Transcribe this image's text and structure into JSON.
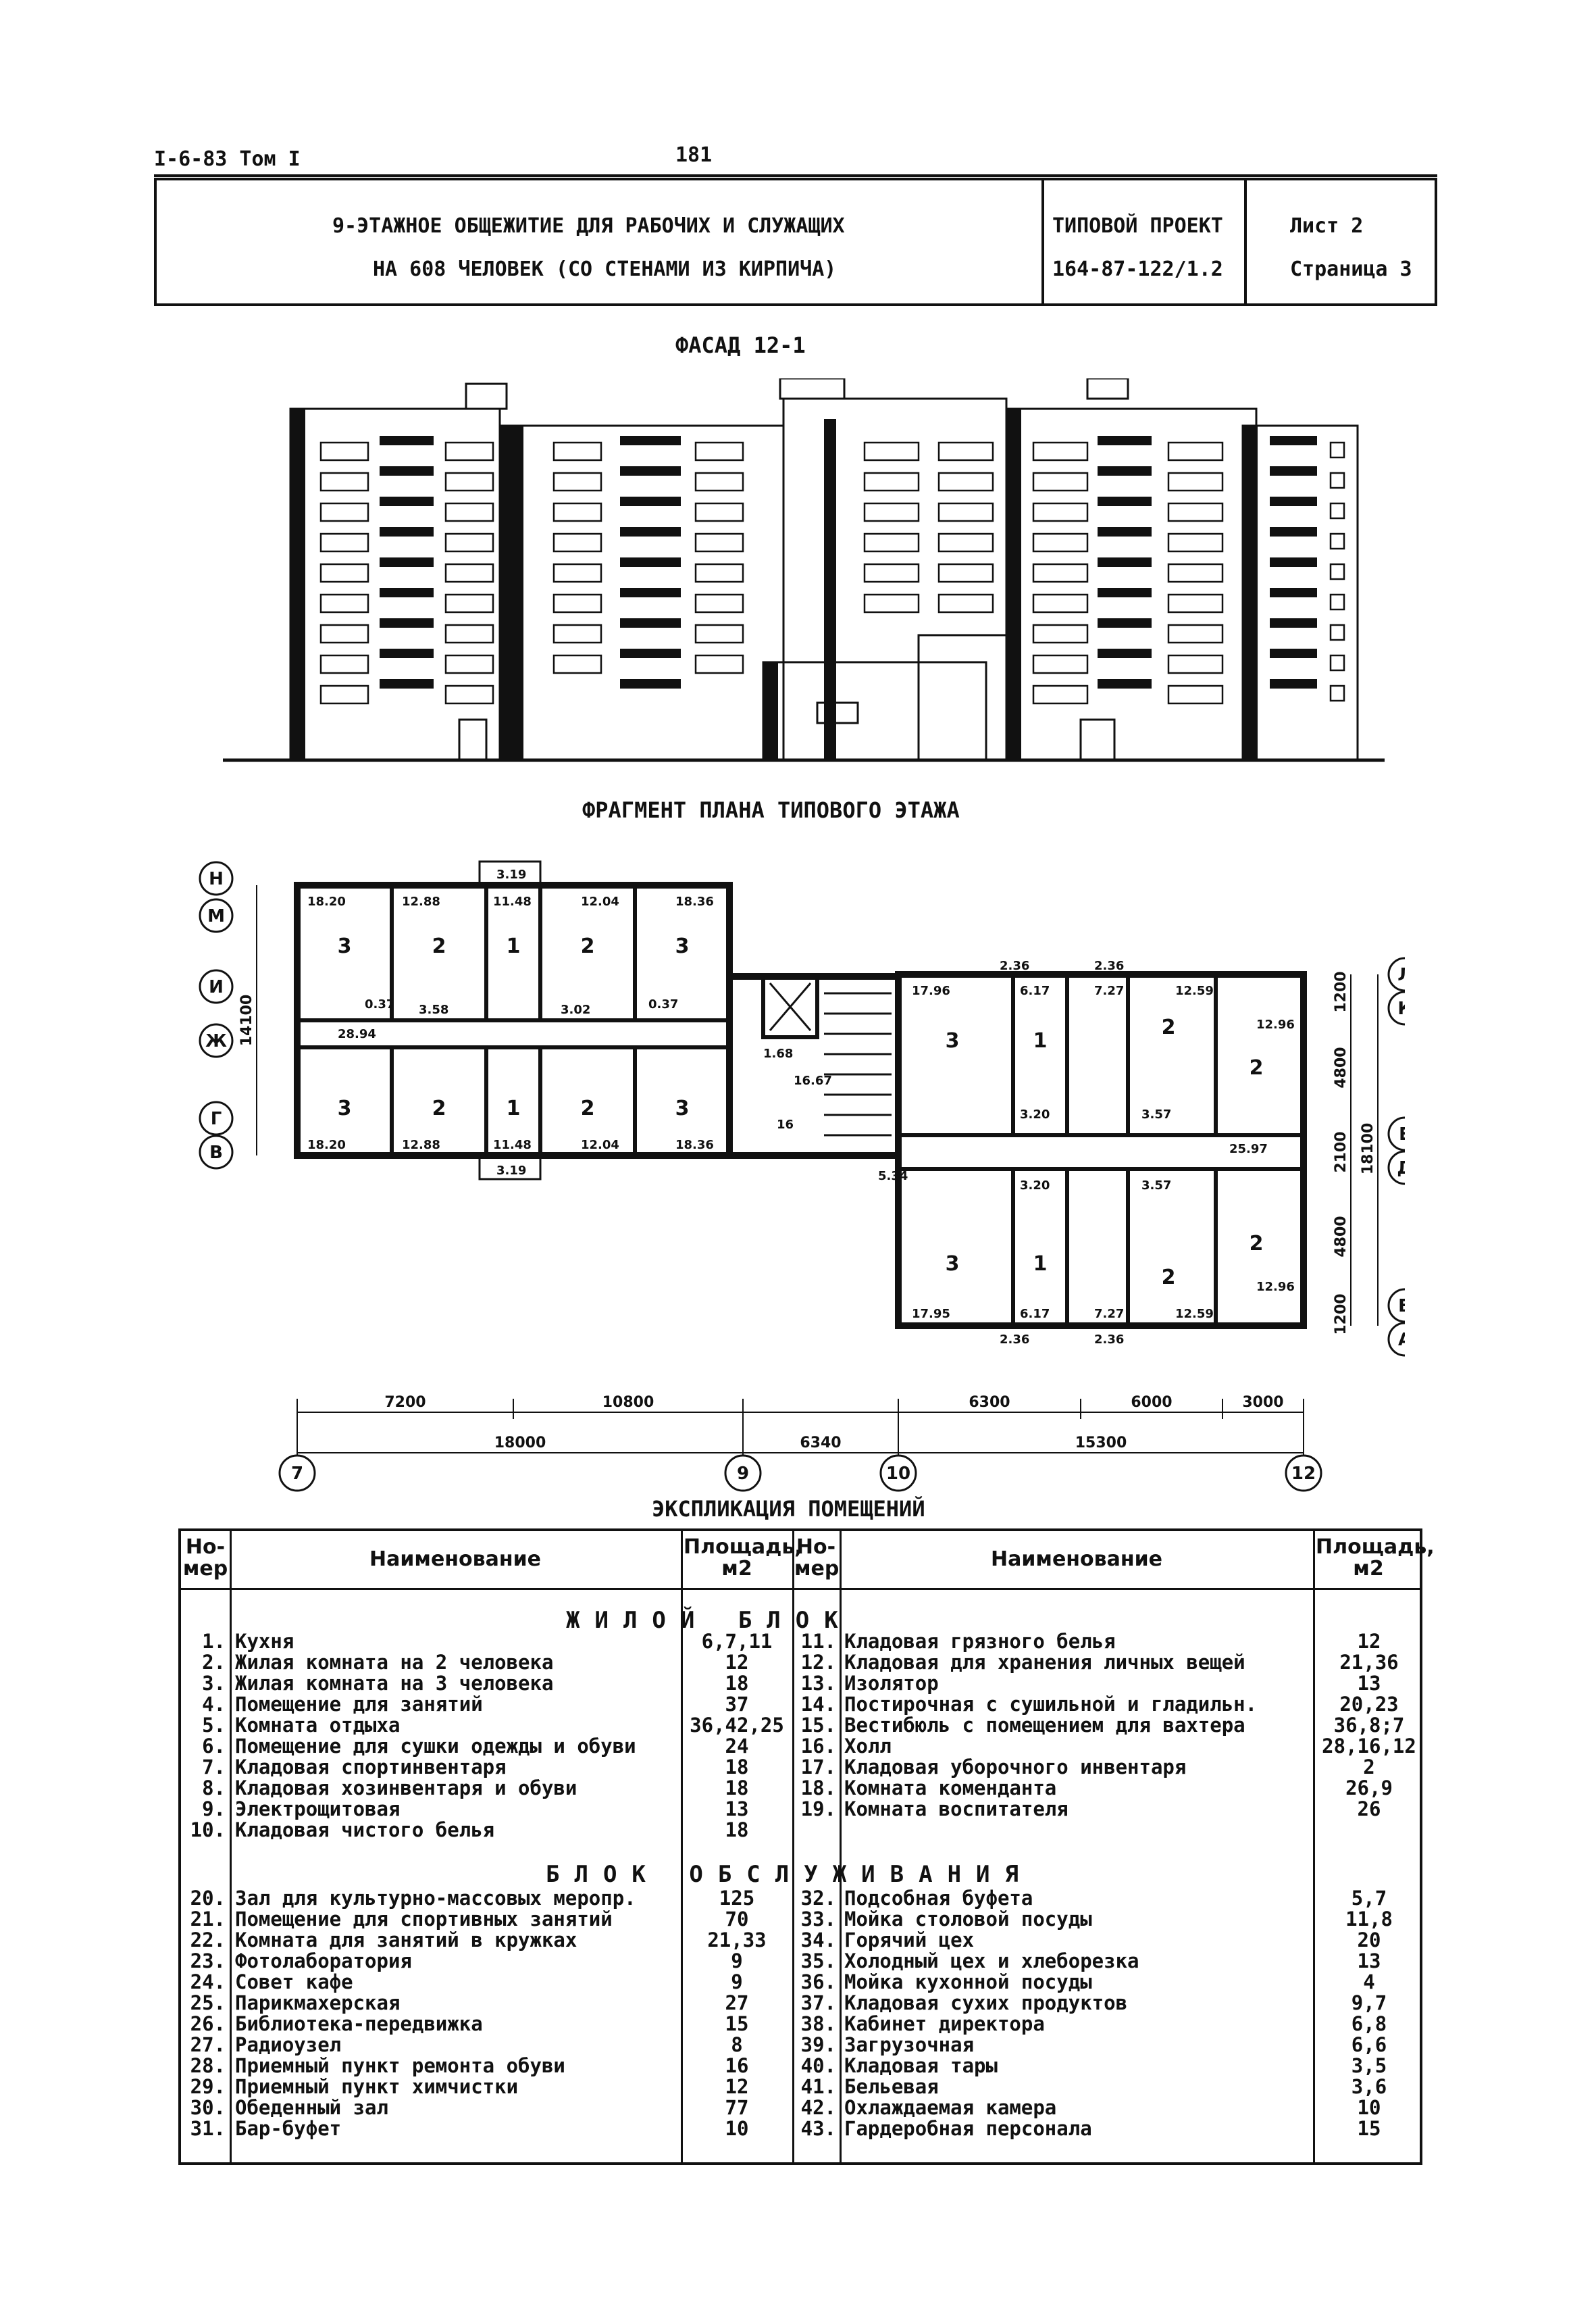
{
  "header": {
    "left_ref": "I-6-83 Том I",
    "page_number": "181"
  },
  "title_block": {
    "title_line1": "9-ЭТАЖНОЕ ОБЩЕЖИТИЕ ДЛЯ РАБОЧИХ И СЛУЖАЩИХ",
    "title_line2": "НА 608 ЧЕЛОВЕК (СО СТЕНАМИ ИЗ КИРПИЧА)",
    "project_label": "ТИПОВОЙ ПРОЕКТ",
    "project_code": "164-87-122/1.2",
    "sheet": "Лист 2",
    "page": "Страница 3"
  },
  "facade": {
    "caption": "ФАСАД 12-1"
  },
  "plan": {
    "caption": "ФРАГМЕНТ ПЛАНА ТИПОВОГО ЭТАЖА",
    "axes_left": [
      "Н",
      "М",
      "И",
      "Ж",
      "Г",
      "В"
    ],
    "axes_right": [
      "Л",
      "К",
      "Е",
      "Д",
      "Б",
      "А"
    ],
    "axes_bottom": [
      "7",
      "9",
      "10",
      "12"
    ],
    "dims_bottom_top": [
      "7200",
      "10800",
      "6300",
      "6000",
      "3000"
    ],
    "dims_bottom_main": [
      "18000",
      "6340",
      "15300"
    ],
    "dim_left": "14100",
    "dims_right": [
      "1200",
      "4800",
      "2100",
      "4800",
      "1200"
    ],
    "dim_right_total": "18100",
    "room_numbers_big": [
      "3",
      "2",
      "1",
      "2",
      "3",
      "3",
      "2",
      "1",
      "2",
      "3",
      "3",
      "1",
      "2",
      "2",
      "3",
      "1",
      "2",
      "2"
    ],
    "areas_top": [
      "18.20",
      "12.88",
      "11.48",
      "12.04",
      "18.36",
      "3.19"
    ],
    "areas_mid": [
      "28.94",
      "3.58",
      "3.02",
      "1.68",
      "16.67",
      "16",
      "5.34",
      "0.37",
      "0.37"
    ],
    "areas_bottom": [
      "18.20",
      "12.88",
      "11.48",
      "12.04",
      "18.36",
      "3.19"
    ],
    "areas_right": [
      "2.36",
      "2.36",
      "17.96",
      "6.17",
      "7.27",
      "12.59",
      "12.96",
      "3.20",
      "3.57",
      "25.97",
      "17.95",
      "6.17",
      "7.27",
      "12.59",
      "12.96",
      "3.20",
      "3.57",
      "2.36",
      "2.36"
    ]
  },
  "explication": {
    "caption": "ЭКСПЛИКАЦИЯ ПОМЕЩЕНИЙ",
    "col_num": "Но-мер",
    "col_name": "Наименование",
    "col_area": "Площадь, м2",
    "section1": "ЖИЛОЙ БЛОК",
    "section2": "БЛОК ОБСЛУЖИВАНИЯ",
    "left_rows_1": [
      {
        "n": "1.",
        "name": "Кухня",
        "area": "6,7,11"
      },
      {
        "n": "2.",
        "name": "Жилая комната на 2 человека",
        "area": "12"
      },
      {
        "n": "3.",
        "name": "Жилая комната на 3 человека",
        "area": "18"
      },
      {
        "n": "4.",
        "name": "Помещение для занятий",
        "area": "37"
      },
      {
        "n": "5.",
        "name": "Комната отдыха",
        "area": "36,42,25"
      },
      {
        "n": "6.",
        "name": "Помещение для сушки одежды и обуви",
        "area": "24"
      },
      {
        "n": "7.",
        "name": "Кладовая спортинвентаря",
        "area": "18"
      },
      {
        "n": "8.",
        "name": "Кладовая хозинвентаря и обуви",
        "area": "18"
      },
      {
        "n": "9.",
        "name": "Электрощитовая",
        "area": "13"
      },
      {
        "n": "10.",
        "name": "Кладовая чистого белья",
        "area": "18"
      }
    ],
    "right_rows_1": [
      {
        "n": "11.",
        "name": "Кладовая грязного белья",
        "area": "12"
      },
      {
        "n": "12.",
        "name": "Кладовая для хранения личных вещей",
        "area": "21,36"
      },
      {
        "n": "13.",
        "name": "Изолятор",
        "area": "13"
      },
      {
        "n": "14.",
        "name": "Постирочная с сушильной и гладильн.",
        "area": "20,23"
      },
      {
        "n": "15.",
        "name": "Вестибюль с помещением для вахтера",
        "area": "36,8;7"
      },
      {
        "n": "16.",
        "name": "Холл",
        "area": "28,16,12"
      },
      {
        "n": "17.",
        "name": "Кладовая уборочного инвентаря",
        "area": "2"
      },
      {
        "n": "18.",
        "name": "Комната коменданта",
        "area": "26,9"
      },
      {
        "n": "19.",
        "name": "Комната воспитателя",
        "area": "26"
      }
    ],
    "left_rows_2": [
      {
        "n": "20.",
        "name": "Зал для культурно-массовых меропр.",
        "area": "125"
      },
      {
        "n": "21.",
        "name": "Помещение для спортивных занятий",
        "area": "70"
      },
      {
        "n": "22.",
        "name": "Комната для занятий в кружках",
        "area": "21,33"
      },
      {
        "n": "23.",
        "name": "Фотолаборатория",
        "area": "9"
      },
      {
        "n": "24.",
        "name": "Совет кафе",
        "area": "9"
      },
      {
        "n": "25.",
        "name": "Парикмахерская",
        "area": "27"
      },
      {
        "n": "26.",
        "name": "Библиотека-передвижка",
        "area": "15"
      },
      {
        "n": "27.",
        "name": "Радиоузел",
        "area": "8"
      },
      {
        "n": "28.",
        "name": "Приемный пункт ремонта обуви",
        "area": "16"
      },
      {
        "n": "29.",
        "name": "Приемный пункт химчистки",
        "area": "12"
      },
      {
        "n": "30.",
        "name": "Обеденный зал",
        "area": "77"
      },
      {
        "n": "31.",
        "name": "Бар-буфет",
        "area": "10"
      }
    ],
    "right_rows_2": [
      {
        "n": "32.",
        "name": "Подсобная буфета",
        "area": "5,7"
      },
      {
        "n": "33.",
        "name": "Мойка столовой посуды",
        "area": "11,8"
      },
      {
        "n": "34.",
        "name": "Горячий цех",
        "area": "20"
      },
      {
        "n": "35.",
        "name": "Холодный цех и хлеборезка",
        "area": "13"
      },
      {
        "n": "36.",
        "name": "Мойка кухонной посуды",
        "area": "4"
      },
      {
        "n": "37.",
        "name": "Кладовая сухих продуктов",
        "area": "9,7"
      },
      {
        "n": "38.",
        "name": "Кабинет директора",
        "area": "6,8"
      },
      {
        "n": "39.",
        "name": "Загрузочная",
        "area": "6,6"
      },
      {
        "n": "40.",
        "name": "Кладовая тары",
        "area": "3,5"
      },
      {
        "n": "41.",
        "name": "Бельевая",
        "area": "3,6"
      },
      {
        "n": "42.",
        "name": "Охлаждаемая камера",
        "area": "10"
      },
      {
        "n": "43.",
        "name": "Гардеробная персонала",
        "area": "15"
      }
    ]
  }
}
